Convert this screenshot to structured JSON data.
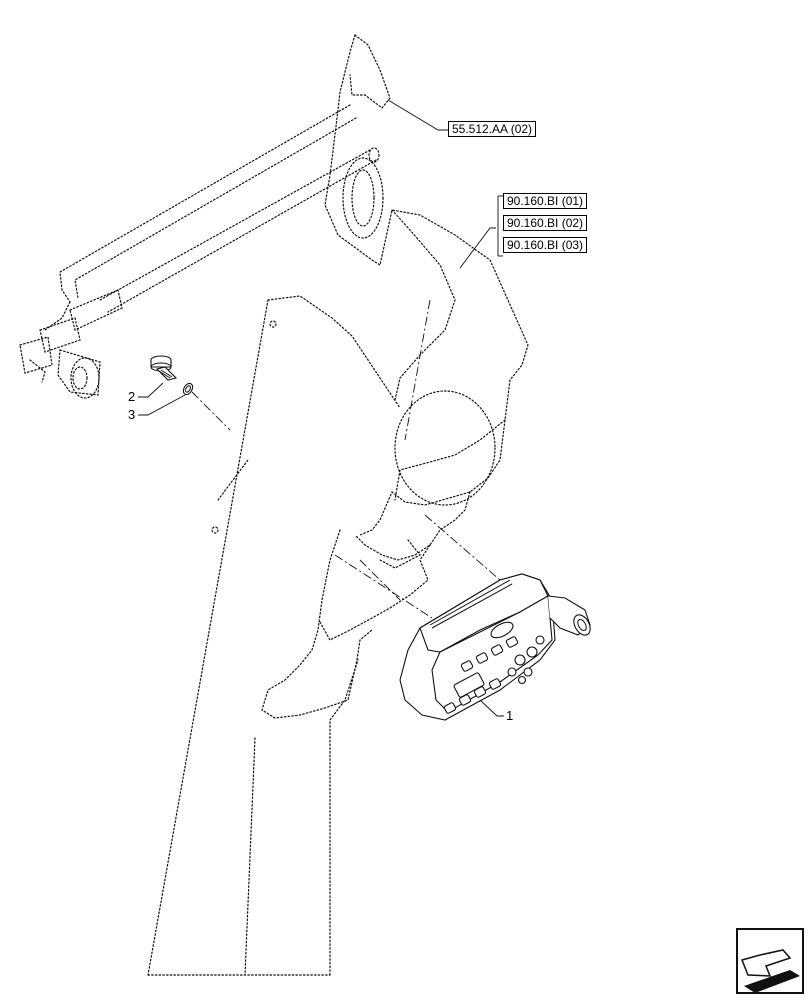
{
  "references": {
    "top": "55.512.AA (02)",
    "group": [
      "90.160.BI (01)",
      "90.160.BI (02)",
      "90.160.BI (03)"
    ]
  },
  "callouts": {
    "item_1": "1",
    "item_2": "2",
    "item_3": "3"
  },
  "icons": {
    "nav": "previous-arrow-icon"
  }
}
